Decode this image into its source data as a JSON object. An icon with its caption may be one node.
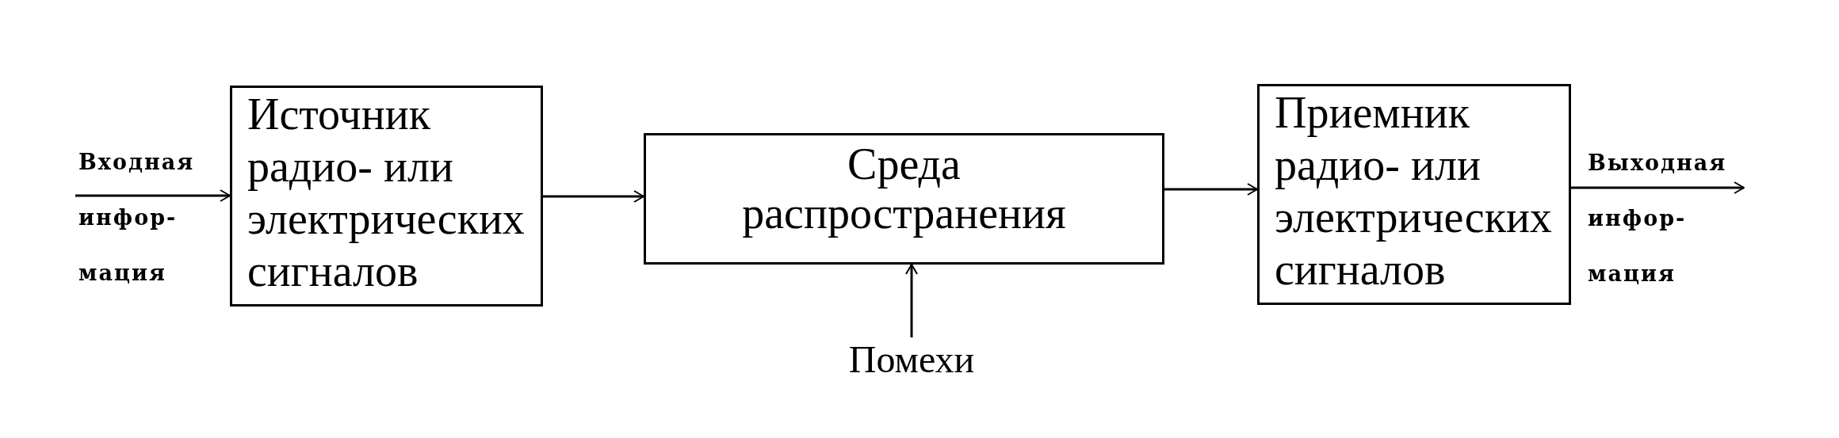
{
  "diagram": {
    "nodes": [
      {
        "text": [
          "Источник радио- или электрических сигналов"
        ]
      },
      {
        "text": [
          "Среда распространения"
        ]
      },
      {
        "text": [
          "Приемник радио- или электрических сигналов"
        ]
      },
      {
        "text": [
          "Помехи"
        ]
      }
    ],
    "edges": [
      {
        "from": null,
        "to": 0,
        "arrow": "to",
        "label": "Входная инфор- мация"
      },
      {
        "from": 0,
        "to": 1,
        "arrow": "to"
      },
      {
        "from": 1,
        "to": 2,
        "arrow": "to"
      },
      {
        "from": 3,
        "to": 1,
        "arrow": "to"
      },
      {
        "from": 2,
        "to": null,
        "arrow": "to",
        "label": "Выходная инфор- мация"
      }
    ]
  }
}
